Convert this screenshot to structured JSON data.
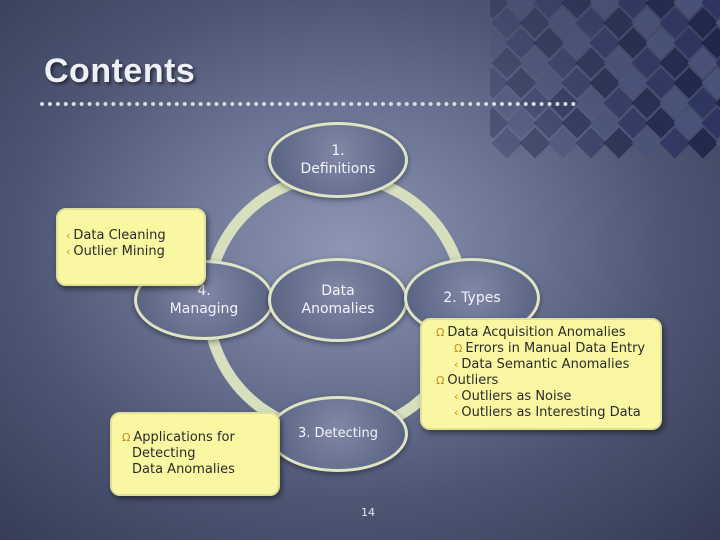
{
  "title": "Contents",
  "center": {
    "line1": "Data",
    "line2": "Anomalies"
  },
  "nodes": {
    "definitions": {
      "line1": "1.",
      "line2": "Definitions"
    },
    "types": {
      "label": "2. Types"
    },
    "detecting": {
      "label": "3. Detecting"
    },
    "managing": {
      "line1": "4.",
      "line2": "Managing"
    }
  },
  "notes": {
    "managing": {
      "items": [
        "Data Cleaning",
        "Outlier Mining"
      ]
    },
    "types": {
      "items": [
        {
          "text": "Data Acquisition Anomalies",
          "level": 1
        },
        {
          "text": "Errors in Manual Data Entry",
          "level": 2
        },
        {
          "text": "Data Semantic Anomalies",
          "level": 2
        },
        {
          "text": "Outliers",
          "level": 1
        },
        {
          "text": "Outliers as Noise",
          "level": 2
        },
        {
          "text": "Outliers as Interesting Data",
          "level": 2
        }
      ]
    },
    "detecting": {
      "line1": "Applications for",
      "line2": "Detecting",
      "line3": "Data Anomalies"
    }
  },
  "bullets": {
    "level1": "Ω",
    "level2": "‹"
  },
  "page_number": "14",
  "colors": {
    "note_bg": "#f9f7a2",
    "ring": "#d7dfbf",
    "title": "#eef0f6",
    "bullet": "#c58c1a"
  }
}
